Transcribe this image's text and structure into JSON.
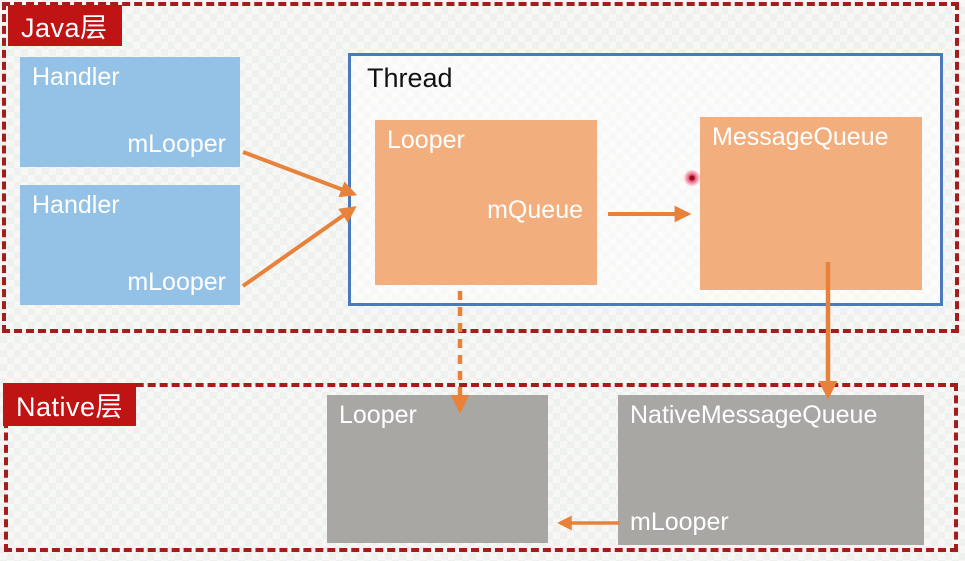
{
  "layers": {
    "java": {
      "label": "Java层"
    },
    "native": {
      "label": "Native层"
    }
  },
  "thread": {
    "label": "Thread"
  },
  "boxes": {
    "handler1": {
      "title": "Handler",
      "field": "mLooper"
    },
    "handler2": {
      "title": "Handler",
      "field": "mLooper"
    },
    "java_looper": {
      "title": "Looper",
      "field": "mQueue"
    },
    "java_message_queue": {
      "title": "MessageQueue"
    },
    "native_looper": {
      "title": "Looper"
    },
    "native_message_queue": {
      "title": "NativeMessageQueue",
      "field": "mLooper"
    }
  },
  "colors": {
    "layer_label_bg": "#c01313",
    "layer_dashed_border": "#a61b1b",
    "handler_box": "#94c2e7",
    "java_node_box": "#f2ae7d",
    "native_node_box": "#a9a7a4",
    "thread_border": "#4b79be",
    "arrow": "#e8823b",
    "laser_dot": "#e44a6b"
  }
}
